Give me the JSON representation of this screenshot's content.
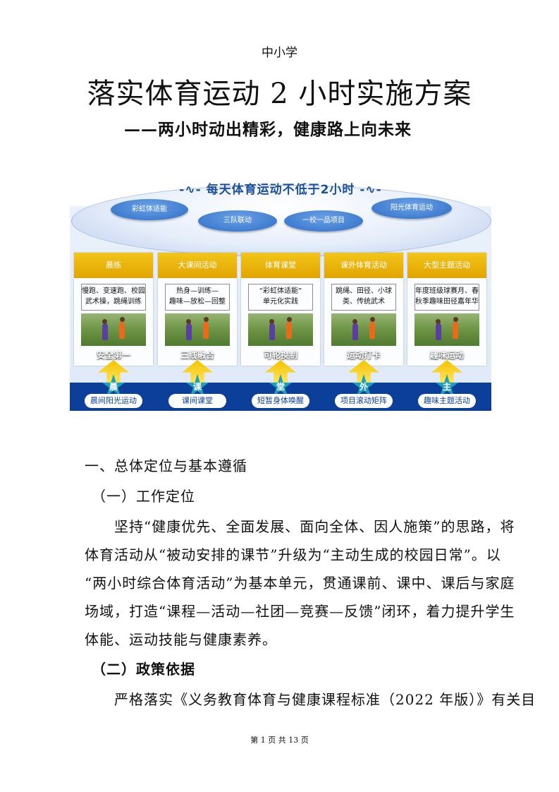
{
  "header": {
    "school_level": "中小学",
    "title": "落实体育运动 2 小时实施方案",
    "subtitle": "——两小时动出精彩，健康路上向未来"
  },
  "diagram": {
    "banner": "每天体育运动不低于2小时",
    "bubbles": [
      "彩虹体适能",
      "三队联动",
      "一校一品项目",
      "阳光体育运动"
    ],
    "columns": [
      {
        "head": "晨练",
        "desc_lines": [
          "慢跑、变速跑、校园",
          "武术操，跳绳训练"
        ],
        "tag": "安全第一"
      },
      {
        "head": "大课间活动",
        "desc_lines": [
          "热身—训练—",
          "趣味—放松—回整"
        ],
        "tag": "三线融合"
      },
      {
        "head": "体育课堂",
        "desc_lines": [
          "“彩虹体适能”",
          "单元化实践"
        ],
        "tag": "可轮换制"
      },
      {
        "head": "课外体育活动",
        "desc_lines": [
          "跳绳、田径、小球",
          "类、传统武术"
        ],
        "tag": "运动打卡"
      },
      {
        "head": "大型主题活动",
        "desc_lines": [
          "年度班级球赛月、春",
          "秋季趣味田径嘉年华"
        ],
        "tag": "趣味运动"
      }
    ],
    "foundation": [
      {
        "badge": "晨",
        "label": "晨间阳光运动"
      },
      {
        "badge": "课",
        "label": "课间课堂"
      },
      {
        "badge": "堂",
        "label": "短暂身体唤醒"
      },
      {
        "badge": "外",
        "label": "项目滚动矩阵"
      },
      {
        "badge": "主",
        "label": "趣味主题活动"
      }
    ]
  },
  "body": {
    "section1": "一、总体定位与基本遵循",
    "sub1": "（一）工作定位",
    "para1_lines": [
      "　　坚持“健康优先、全面发展、面向全体、因人施策”的思路，将",
      "体育活动从“被动安排的课节”升级为“主动生成的校园日常”。以",
      "“两小时综合体育活动”为基本单元，贯通课前、课中、课后与家庭",
      "场域，打造“课程—活动—社团—竞赛—反馈”闭环，着力提升学生",
      "体能、运动技能与健康素养。"
    ],
    "sub2": "（二）政策依据",
    "para2_lines": [
      "　　严格落实《义务教育体育与健康课程标准（2022 年版）》有关目"
    ]
  },
  "footer": "第 1 页 共 13 页"
}
